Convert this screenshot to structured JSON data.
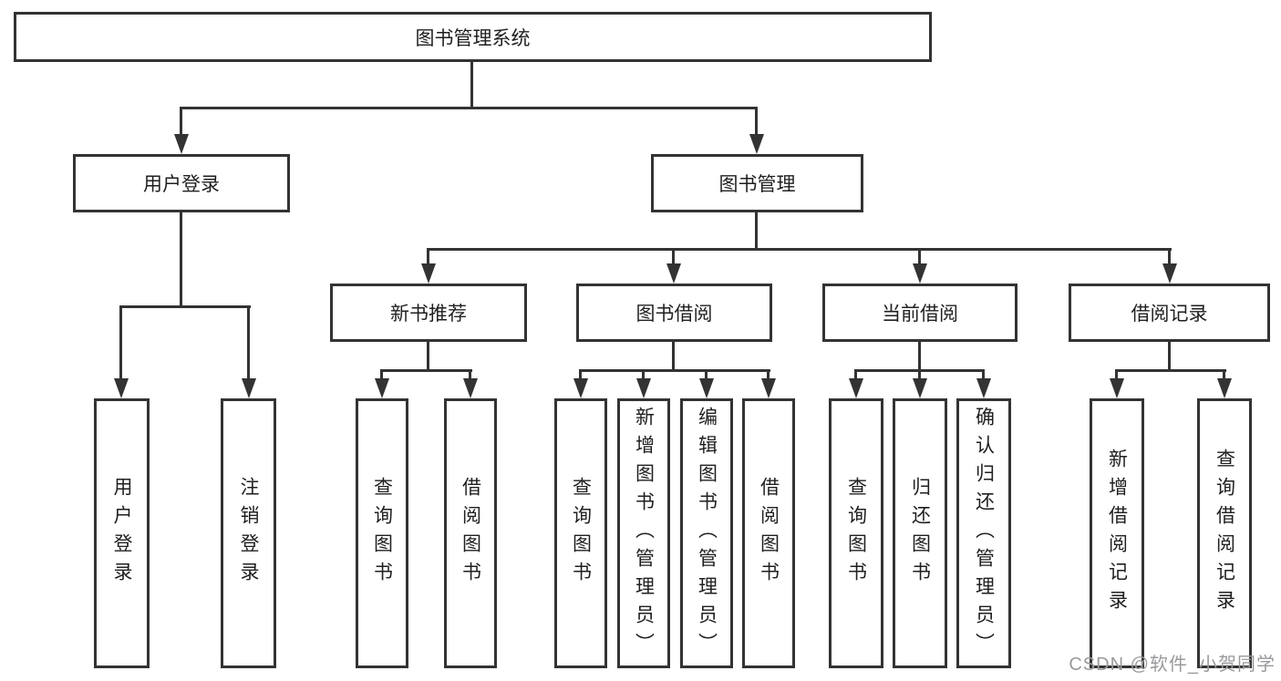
{
  "tree": {
    "root": {
      "label": "图书管理系统",
      "children": [
        {
          "label": "用户登录",
          "children": [
            {
              "label": "用户登录"
            },
            {
              "label": "注销登录"
            }
          ]
        },
        {
          "label": "图书管理",
          "children": [
            {
              "label": "新书推荐",
              "children": [
                {
                  "label": "查询图书"
                },
                {
                  "label": "借阅图书"
                }
              ]
            },
            {
              "label": "图书借阅",
              "children": [
                {
                  "label": "查询图书"
                },
                {
                  "label": "新增图书（管理员）"
                },
                {
                  "label": "编辑图书（管理员）"
                },
                {
                  "label": "借阅图书"
                }
              ]
            },
            {
              "label": "当前借阅",
              "children": [
                {
                  "label": "查询图书"
                },
                {
                  "label": "归还图书"
                },
                {
                  "label": "确认归还（管理员）"
                }
              ]
            },
            {
              "label": "借阅记录",
              "children": [
                {
                  "label": "新增借阅记录"
                },
                {
                  "label": "查询借阅记录"
                }
              ]
            }
          ]
        }
      ]
    }
  },
  "watermark": {
    "text": "CSDN @软件_小贺同学"
  },
  "colors": {
    "line": "#333333",
    "text": "#1f1f1f",
    "watermark": "#9a9a9e",
    "background": "#ffffff",
    "box_fill": "#ffffff"
  }
}
